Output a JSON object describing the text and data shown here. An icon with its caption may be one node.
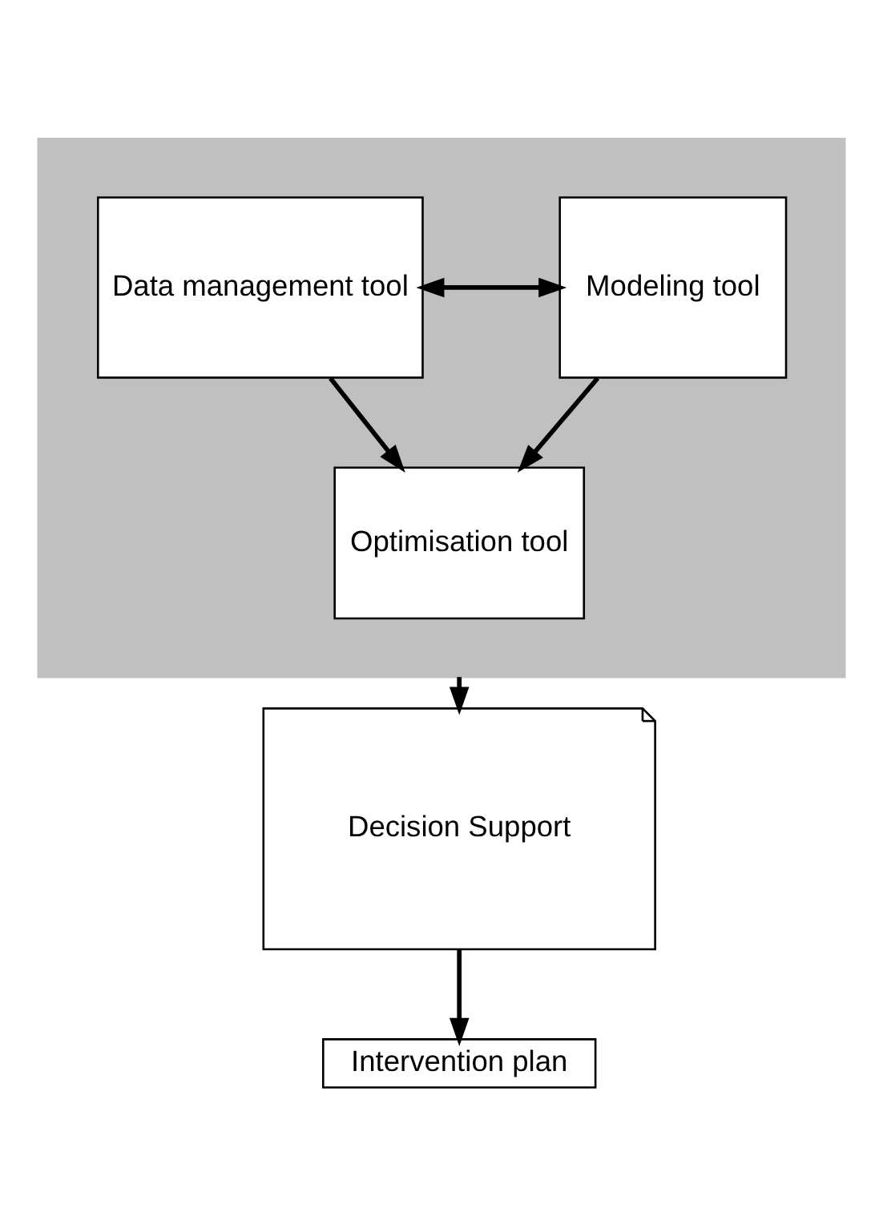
{
  "diagram": {
    "nodes": [
      {
        "text": [],
        "shape": "box"
      },
      {
        "text": [
          "Data management tool"
        ],
        "in": 0
      },
      {
        "text": [
          "Modeling tool"
        ],
        "in": 0
      },
      {
        "text": [
          "Optimisation tool"
        ],
        "in": 0
      },
      {
        "text": [
          "Decision Support"
        ]
      },
      {
        "text": [
          "Intervention plan"
        ]
      }
    ],
    "edges": [
      {
        "from": 1,
        "to": 2,
        "arrow": "both"
      },
      {
        "from": 1,
        "to": 3,
        "arrow": "to"
      },
      {
        "from": 2,
        "to": 3,
        "arrow": "to"
      },
      {
        "from": 0,
        "to": 4,
        "arrow": "to"
      },
      {
        "from": 4,
        "to": 5,
        "arrow": "to"
      }
    ]
  }
}
